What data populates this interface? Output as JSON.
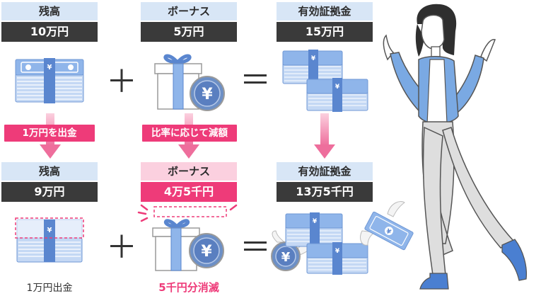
{
  "before": {
    "balance": {
      "label": "残高",
      "value": "10万円"
    },
    "bonus": {
      "label": "ボーナス",
      "value": "5万円"
    },
    "margin": {
      "label": "有効証拠金",
      "value": "15万円"
    }
  },
  "after": {
    "balance": {
      "label": "残高",
      "value": "9万円"
    },
    "bonus": {
      "label": "ボーナス",
      "value": "4万5千円"
    },
    "margin": {
      "label": "有効証拠金",
      "value": "13万5千円"
    }
  },
  "actions": {
    "withdraw": "1万円を出金",
    "reduce": "比率に応じて減額"
  },
  "operators": {
    "plus": "＋",
    "equals": "＝"
  },
  "captions": {
    "withdrawn": "1万円出金",
    "bonus_lost": "5千円分消滅"
  },
  "colors": {
    "accent_pink": "#ee3b79",
    "label_blue": "#d8e6f6",
    "label_dark": "#3a3a3a",
    "money_blue": "#8fb5ea"
  },
  "icons": [
    "yen-bundle-icon",
    "gift-box-icon",
    "yen-coin-icon",
    "down-arrow-icon",
    "woman-shrug-illustration",
    "flying-money-icon"
  ]
}
